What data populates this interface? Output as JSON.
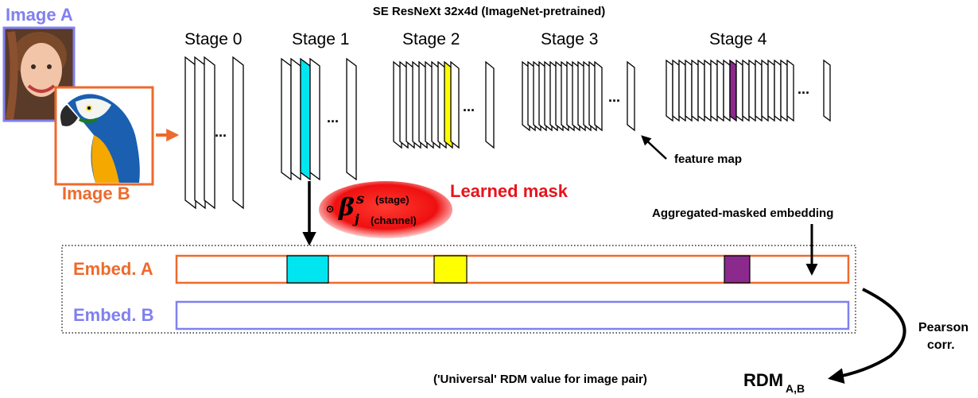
{
  "title": "SE ResNeXt 32x4d (ImageNet-pretrained)",
  "images": {
    "a_label": "Image A",
    "b_label": "Image B",
    "a_color": "#8080f0",
    "b_color": "#ee6a2c"
  },
  "stages": [
    "Stage 0",
    "Stage 1",
    "Stage 2",
    "Stage 3",
    "Stage 4"
  ],
  "ellipsis": "...",
  "feature_map_label": "feature map",
  "mask": {
    "symbol": "⊙",
    "beta": "β",
    "superscript": "s",
    "subscript": "j",
    "stage_note": "(stage)",
    "channel_note": "(channel)",
    "title": "Learned mask",
    "color": "#e8141c"
  },
  "aggregated_label": "Aggregated-masked embedding",
  "embeddings": {
    "a_label": "Embed. A",
    "b_label": "Embed. B"
  },
  "highlight_colors": {
    "stage1": "#00e5f0",
    "stage2": "#ffff00",
    "stage4": "#8b2a8c"
  },
  "pearson": {
    "line1": "Pearson",
    "line2": "corr."
  },
  "rdm": {
    "caption": "('Universal' RDM value for image pair)",
    "main": "RDM",
    "sub": "A,B"
  }
}
